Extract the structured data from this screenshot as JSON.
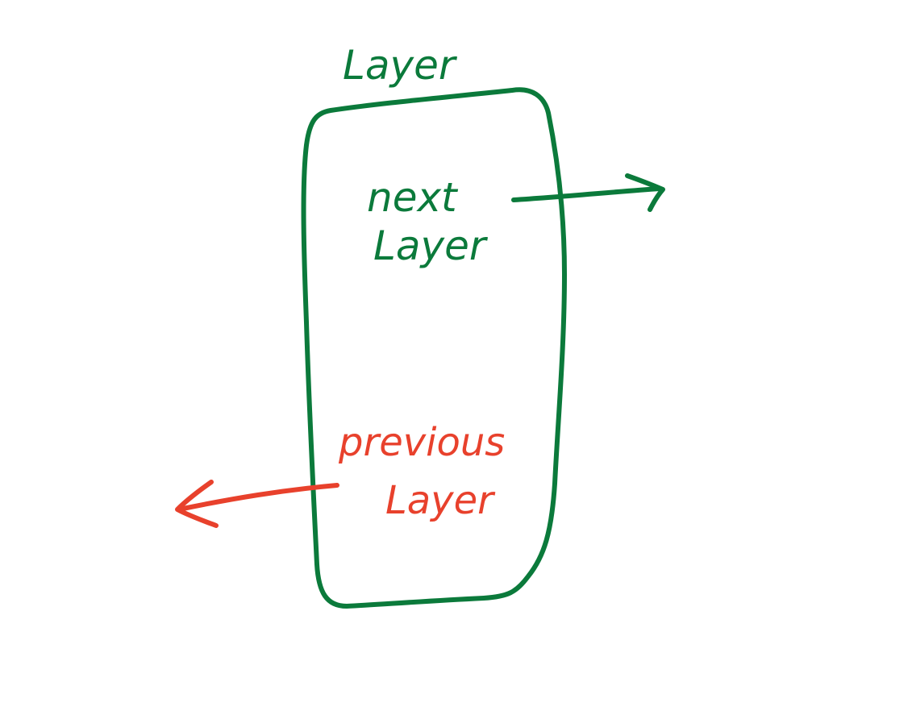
{
  "colors": {
    "green": "#0b7a3b",
    "red": "#e8412c",
    "background": "#ffffff"
  },
  "diagram": {
    "layer_title": "Layer",
    "next_label_line1": "next",
    "next_label_line2": "Layer",
    "previous_label_line1": "previous",
    "previous_label_line2": "Layer"
  }
}
